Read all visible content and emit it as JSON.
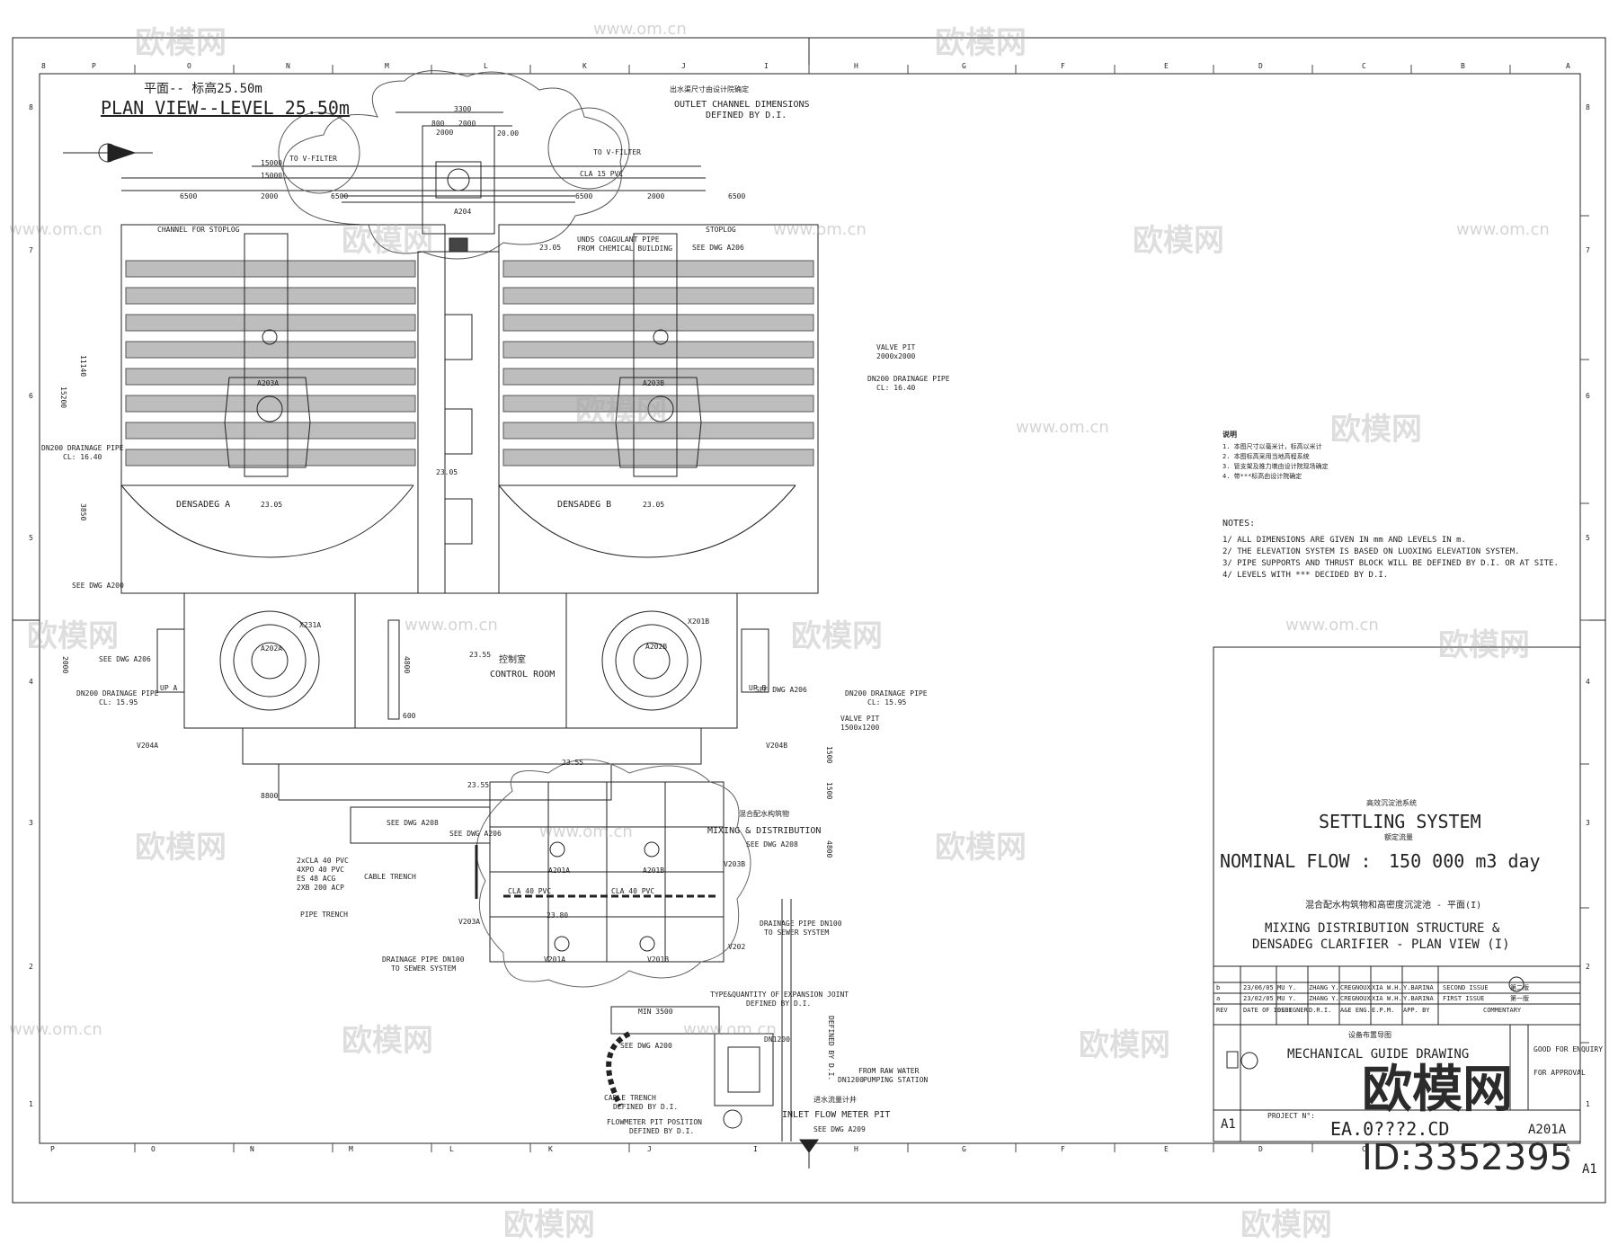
{
  "plan": {
    "title_cn": "平面-- 标高25.50m",
    "title_en": "PLAN VIEW--LEVEL 25.50m"
  },
  "grid": {
    "top_letters": [
      "8",
      "P",
      "O",
      "N",
      "M",
      "L",
      "K",
      "J",
      "I",
      "H",
      "G",
      "F",
      "E",
      "D",
      "C",
      "B",
      "A"
    ],
    "bottom_letters": [
      "P",
      "O",
      "N",
      "M",
      "L",
      "K",
      "J",
      "I",
      "H",
      "G",
      "F",
      "E",
      "D",
      "C",
      "B",
      "A"
    ],
    "right_numbers": [
      "8",
      "7",
      "6",
      "5",
      "4",
      "3",
      "2",
      "1"
    ]
  },
  "dims": {
    "d3300": "3300",
    "d800": "800",
    "d2000a": "2000",
    "d2000b": "2000",
    "d15000a": "15000",
    "d15000b": "15000",
    "d6500a": "6500",
    "d6500b": "6500",
    "d6500c": "6500",
    "d6500d": "6500",
    "d2000c": "2000",
    "d2000d": "2000",
    "d11140": "11140",
    "d15200": "15200",
    "d3850": "3850",
    "d2000e": "2000",
    "d4800": "4800",
    "d600": "600",
    "d1500a": "1500",
    "d1500b": "1500",
    "d4800b": "4800",
    "d8800": "8800",
    "min3500": "MIN 3500"
  },
  "levels": {
    "l2000": "20.00",
    "l2305a": "23.05",
    "l2305b": "23.05",
    "l2305c": "23.05",
    "l2305d": "23.05",
    "l2355a": "23.55",
    "l2355b": "23.55",
    "l2355c": "23.55",
    "l2380": "23.80"
  },
  "labels": {
    "outlet_cn": "出水渠尺寸由设计院确定",
    "outlet_en": "OUTLET CHANNEL DIMENSIONS",
    "outlet_en2": "DEFINED BY D.I.",
    "to_vfilter_left": "TO V-FILTER",
    "to_vfilter_right": "TO V-FILTER",
    "cla15": "CLA 15 PVC",
    "a204": "A204",
    "channel_stoplog": "CHANNEL FOR STOPLOG",
    "stoplog": "STOPLOG",
    "see_a206": "SEE DWG A206",
    "coag_pipe": "UNDS COAGULANT PIPE",
    "coag_pipe2": "FROM CHEMICAL BUILDING",
    "densadeg_a": "DENSADEG A",
    "densadeg_b": "DENSADEG B",
    "a203a": "A203A",
    "a203b": "A203B",
    "valve_pit_r": "VALVE PIT",
    "valve_pit_r_dim": "2000x2000",
    "dn200_r": "DN200 DRAINAGE PIPE",
    "dn200_r_cl": "CL: 16.40",
    "dn200_l": "DN200 DRAINAGE PIPE",
    "dn200_l_cl": "CL: 16.40",
    "see_a200_l": "SEE DWG A200",
    "see_a206_l": "SEE DWG A206",
    "x231a": "X231A",
    "x201b": "X201B",
    "a202a": "A202A",
    "a202b": "A202B",
    "control_cn": "控制室",
    "control_en": "CONTROL ROOM",
    "dn200_l2": "DN200 DRAINAGE PIPE",
    "dn200_l2_cl": "CL: 15.95",
    "dn200_r2": "DN200 DRAINAGE PIPE",
    "dn200_r2_cl": "CL: 15.95",
    "valve_pit_r2": "VALVE PIT",
    "valve_pit_r2_dim": "1500x1200",
    "v204a": "V204A",
    "v204b": "V204B",
    "up_a": "UP A",
    "up_b": "UP B",
    "see_a206_r": "SEE DWG A206",
    "see_a208": "SEE DWG A208",
    "mixing_cn": "混合配水构筑物",
    "mixing_en": "MIXING & DISTRIBUTION",
    "see_a208b": "SEE DWG A208",
    "see_a206b": "SEE DWG A206",
    "cable_trench": "CABLE TRENCH",
    "pipe_trench": "PIPE TRENCH",
    "trench_pipes": [
      "2xCLA 40 PVC",
      "4XPO 40 PVC",
      "ES 48 ACG",
      "2XB 200 ACP"
    ],
    "cla40a": "CLA 40 PVC",
    "cla40b": "CLA 40 PVC",
    "a201a": "A201A",
    "a201b": "A201B",
    "v203a": "V203A",
    "v203b": "V203B",
    "v201a": "V201A",
    "v201b": "V201B",
    "v202": "V202",
    "drain100_r": "DRAINAGE PIPE DN100",
    "drain100_r2": "TO SEWER SYSTEM",
    "drain100_l": "DRAINAGE PIPE DN100",
    "drain100_l2": "TO SEWER SYSTEM",
    "exp_joint": "TYPE&QUANTITY OF EXPANSION JOINT",
    "exp_joint2": "DEFINED BY D.I.",
    "dn1200_a": "DN1200",
    "dn1200_b": "DN1200",
    "see_a200_b": "SEE DWG A200",
    "from_raw": "FROM RAW WATER",
    "from_raw2": "PUMPING STATION",
    "cable_trench2": "CABLE TRENCH",
    "cable_trench2b": "DEFINED BY D.I.",
    "flowmeter_pos": "FLOWMETER PIT POSITION",
    "flowmeter_pos2": "DEFINED BY D.I.",
    "inlet_cn": "进水流量计井",
    "inlet_en": "INLET FLOW METER PIT",
    "see_a209": "SEE DWG A209",
    "defined_by_di": "DEFINED BY D.I."
  },
  "notes": {
    "cn_title": "说明",
    "cn_lines": [
      "1. 本图尺寸以毫米计，标高以米计",
      "2. 本图标高采用当地高程系统",
      "3. 管支架及推力墩由设计院现场确定",
      "4. 带***标高由设计院确定"
    ],
    "title": "NOTES:",
    "lines": [
      "1/ ALL DIMENSIONS ARE GIVEN IN mm AND LEVELS IN m.",
      "2/ THE ELEVATION SYSTEM IS BASED ON LUOXING ELEVATION SYSTEM.",
      "3/ PIPE SUPPORTS AND THRUST BLOCK WILL BE DEFINED BY D.I.  OR AT SITE.",
      "4/ LEVELS WITH *** DECIDED BY D.I."
    ]
  },
  "title_block": {
    "system_cn": "高效沉淀池系统",
    "system_en": "SETTLING SYSTEM",
    "flow_cn": "额定流量",
    "flow_label": "NOMINAL FLOW :",
    "flow_value": "150 000 m3   day",
    "drawing_cn": "混合配水构筑物和高密度沉淀池 - 平面(I)",
    "drawing_en1": "MIXING DISTRIBUTION STRUCTURE &",
    "drawing_en2": "DENSADEG CLARIFIER - PLAN VIEW (I)",
    "rev_rows": [
      [
        "b",
        "23/06/05",
        "MU Y.",
        "ZHANG Y.",
        "CREGNOUX",
        "XIA W.H.",
        "Y.BARINA",
        "SECOND ISSUE",
        "第二版"
      ],
      [
        "a",
        "23/02/05",
        "MU Y.",
        "ZHANG Y.",
        "CREGNOUX",
        "XIA W.H.",
        "Y.BARINA",
        "FIRST ISSUE",
        "第一版"
      ]
    ],
    "rev_header": [
      "REV",
      "DATE OF ISSUE",
      "DESIGNER",
      "D.R.I.",
      "A&E ENG.",
      "E.P.M.",
      "APP. BY",
      "COMMENTARY"
    ],
    "guide_cn": "设备布置导图",
    "guide_en": "MECHANICAL GUIDE DRAWING",
    "good_for": "GOOD FOR ENQUIRY",
    "for_approval": "FOR APPROVAL",
    "size": "A1",
    "project_label": "PROJECT N°:",
    "drawing_no": "EA.0???2.CD",
    "sheet": "A201A",
    "corner_size": "A1"
  },
  "watermark": {
    "brand": "欧模网",
    "url": "www.om.cn",
    "stamp_brand": "欧模网",
    "stamp_id": "ID:3352395"
  }
}
